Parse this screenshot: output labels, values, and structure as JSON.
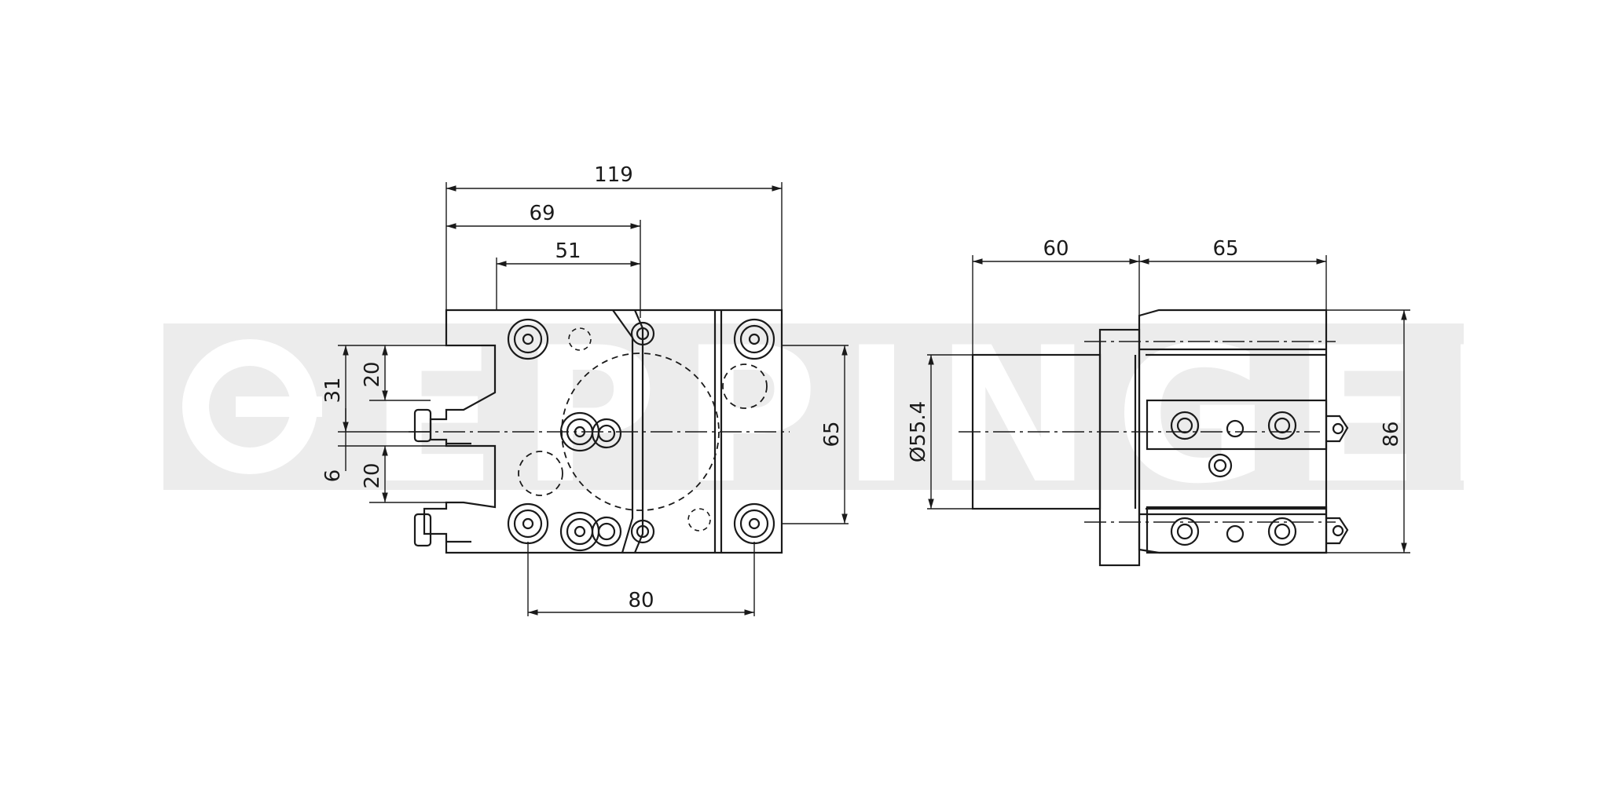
{
  "watermark": {
    "brand_text": "EPPINGER"
  },
  "front_view": {
    "dims": {
      "width_overall": "119",
      "width_to_axis": "69",
      "width_inner": "51",
      "bolt_spacing": "80",
      "height_body": "65",
      "slot_upper": "20",
      "slot_offset": "31",
      "slot_lower": "20",
      "step": "6"
    }
  },
  "side_view": {
    "dims": {
      "shank_length": "60",
      "body_length": "65",
      "shank_diameter": "Ø55.4",
      "height_overall": "86"
    }
  },
  "colors": {
    "line": "#1a1a1a",
    "watermark": "#ececec"
  }
}
